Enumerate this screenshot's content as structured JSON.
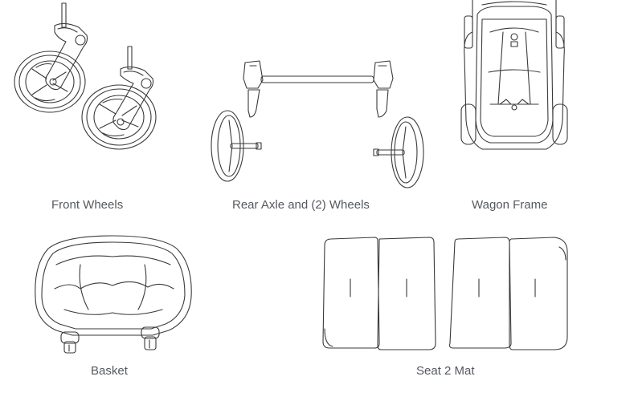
{
  "parts": {
    "front_wheels": {
      "caption": "Front Wheels"
    },
    "rear_axle": {
      "caption": "Rear Axle and (2) Wheels"
    },
    "wagon_frame": {
      "caption": "Wagon Frame"
    },
    "basket": {
      "caption": "Basket"
    },
    "seat_mat": {
      "caption": "Seat 2 Mat"
    }
  },
  "colors": {
    "line": "#3a3a3a",
    "caption": "#55595e",
    "background": "#ffffff"
  }
}
